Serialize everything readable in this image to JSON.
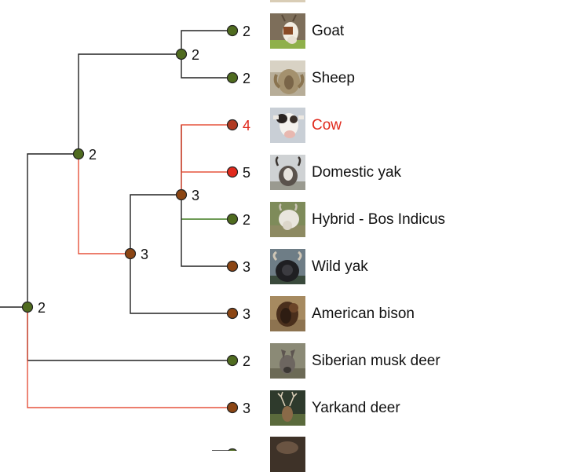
{
  "colors": {
    "edge_default": "#222222",
    "edge_highlight": "#e5533d",
    "edge_green": "#3f7a1f",
    "node_green": "#4f6b1f",
    "node_brown": "#8b4513",
    "node_red": "#e0291c",
    "node_darkred": "#b03a22",
    "label_highlight": "#e0291c"
  },
  "internal_nodes": [
    {
      "id": "n-goat-sheep",
      "score": "2",
      "color": "node_green"
    },
    {
      "id": "n-upper",
      "score": "2",
      "color": "node_green"
    },
    {
      "id": "n-bos",
      "score": "3",
      "color": "node_brown"
    },
    {
      "id": "n-bovini",
      "score": "3",
      "color": "node_brown"
    },
    {
      "id": "n-root",
      "score": "2",
      "color": "node_green"
    }
  ],
  "leaves": [
    {
      "name": "Goat",
      "score": "2",
      "color": "node_green",
      "icon": "goat-photo-icon"
    },
    {
      "name": "Sheep",
      "score": "2",
      "color": "node_green",
      "icon": "sheep-photo-icon"
    },
    {
      "name": "Cow",
      "score": "4",
      "color": "node_darkred",
      "icon": "cow-photo-icon",
      "highlight": true
    },
    {
      "name": "Domestic yak",
      "score": "5",
      "color": "node_red",
      "icon": "domestic-yak-photo-icon"
    },
    {
      "name": "Hybrid - Bos Indicus",
      "score": "2",
      "color": "node_green",
      "icon": "bos-indicus-photo-icon"
    },
    {
      "name": "Wild yak",
      "score": "3",
      "color": "node_brown",
      "icon": "wild-yak-photo-icon"
    },
    {
      "name": "American bison",
      "score": "3",
      "color": "node_brown",
      "icon": "bison-photo-icon"
    },
    {
      "name": "Siberian musk deer",
      "score": "2",
      "color": "node_green",
      "icon": "musk-deer-photo-icon"
    },
    {
      "name": "Yarkand deer",
      "score": "3",
      "color": "node_brown",
      "icon": "yarkand-deer-photo-icon"
    }
  ]
}
